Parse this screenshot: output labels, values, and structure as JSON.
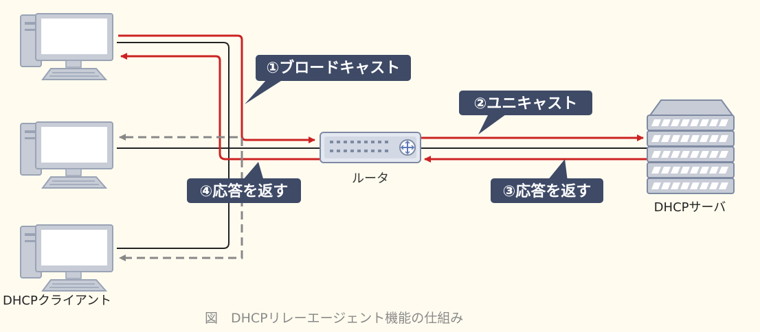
{
  "callouts": {
    "broadcast": "①ブロードキャスト",
    "unicast": "②ユニキャスト",
    "reply_server": "③応答を返す",
    "reply_router": "④応答を返す"
  },
  "labels": {
    "router": "ルータ",
    "server": "DHCPサーバ",
    "client": "DHCPクライアント"
  },
  "caption": "図　DHCPリレーエージェント機能の仕組み",
  "colors": {
    "request": "#cc2222",
    "line": "#222222",
    "reply_dashed": "#888888",
    "callout_bg": "#3e4a66",
    "device_body": "#c7ccd6",
    "device_outline": "#9aa3b5",
    "screen": "#ffffff"
  }
}
